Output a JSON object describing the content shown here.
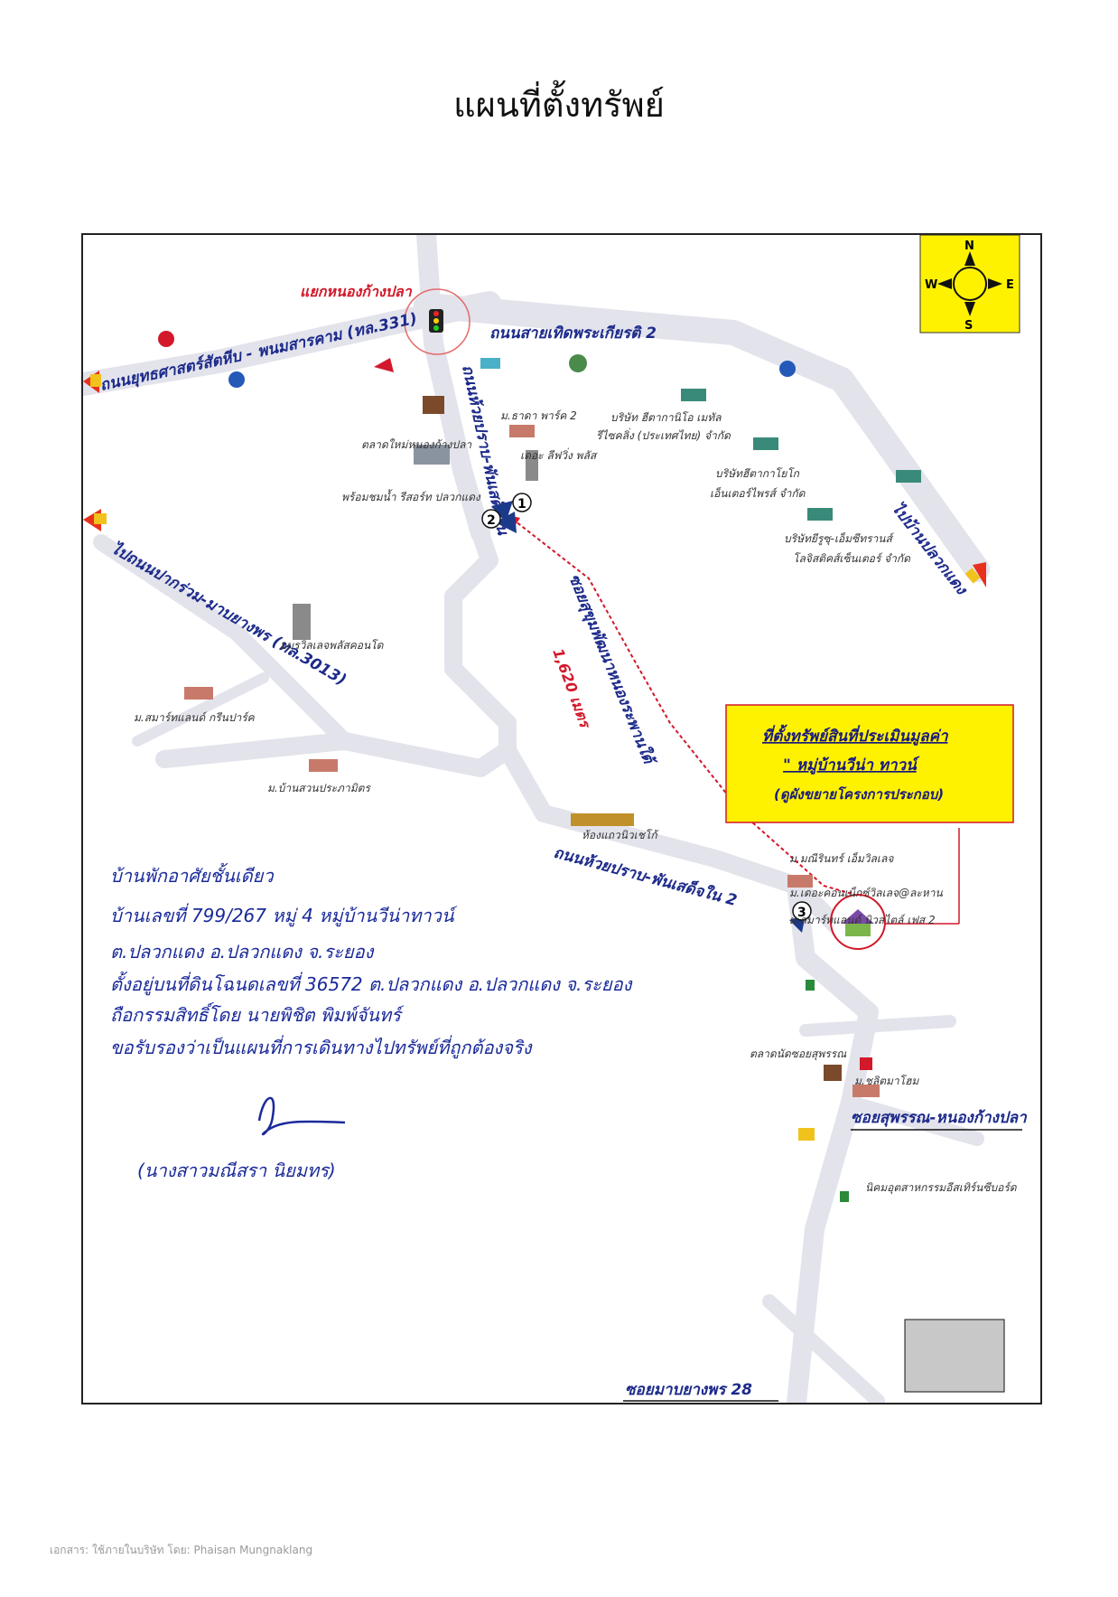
{
  "title": "แผนที่ตั้งทรัพย์",
  "compass": {
    "n": "N",
    "s": "S",
    "e": "E",
    "w": "W"
  },
  "labels": {
    "junction": "แยกหนองก้างปลา",
    "road_sukhumvit": "ถนนยุทธศาสตร์สัตหีบ - พนมสารคาม (ทล.331)",
    "road_chaloem": "ถนนสายเทิดพระเกียรติ 2",
    "road_huaiprap_north": "ถนนห้วยปราบ-พันเสด็จใน",
    "road_to_pluak": "ไปบ้านปลวกแดง",
    "road_to_pakruam": "ไปถนนปากร่วม-มาบยางพร (ทล.3013)",
    "road_huaiprap_south": "ถนนห้วยปราบ-พันเสด็จใน 2",
    "soi_distance_road": "ซอยสุขุมพัฒนาหนองระพานใต้",
    "distance": "1,620 เมตร",
    "soi_suphan": "ซอยสุพรรณ-หนองก้างปลา",
    "soi_maap": "ซอยมาบยางพร 28"
  },
  "markers": {
    "m1": "1",
    "m2": "2",
    "m3": "3"
  },
  "pois": {
    "market": "ตลาดใหม่หนองก้างปลา",
    "tara_park": "ม.ธาดา พาร์ค 2",
    "the_living": "เดอะ ลีฟวิ่ง พลัส",
    "resort": "พร้อมชมน้ำ รีสอร์ท ปลวกแดง",
    "company1_a": "บริษัท ฮีตากานิโอ เมทัล",
    "company1_b": "รีไซคลิ่ง (ประเทศไทย) จำกัด",
    "company2_a": "บริษัทฮีตากาโยโก",
    "company2_b": "เอ็นเตอร์ไพรส์ จำกัด",
    "company3_a": "บริษัทยีรูซุ-เอ็มซีทรานส์",
    "company3_b": "โลจิสติคส์เซ็นเตอร์ จำกัด",
    "amaravillage": "อมรวิลเลจพลัสคอนโด",
    "smart_green": "ม.สมาร์ทแลนด์ กรีนปาร์ค",
    "suan_prapa": "ม.บ้านสวนประภามิตร",
    "malee": "ม.มณีรินทร์ เอ็มวิลเลจ",
    "the_connect": "ม.เดอะคอนเน็กซ์วิลเลจ@ละหาน",
    "smart_newstyle": "ม.สมาร์ทแลนด์ นิวสไตล์ เฟส 2",
    "townhomes": "ห้องแถวนิวเชโก้",
    "market_suphan": "ตลาดนัดซอยสุพรรณ",
    "chalitma": "ม.ชลิตมาโฮม",
    "industrial": "นิคมอุตสาหกรรมอีสเทิร์นซีบอร์ด"
  },
  "callout": {
    "line1": "ที่ตั้งทรัพย์สินที่ประเมินมูลค่า",
    "line2": "\" หมู่บ้านวีน่า ทาวน์",
    "line3": "(ดูผังขยายโครงการประกอบ)"
  },
  "handwritten": {
    "line1": "บ้านพักอาศัยชั้นเดียว",
    "line2": "บ้านเลขที่ 799/267 หมู่ 4  หมู่บ้านวีน่าทาวน์",
    "line3": "ต.ปลวกแดง   อ.ปลวกแดง   จ.ระยอง",
    "line4": "ตั้งอยู่บนที่ดินโฉนดเลขที่ 36572 ต.ปลวกแดง อ.ปลวกแดง จ.ระยอง",
    "line5": "ถือกรรมสิทธิ์โดย นายพิชิต พิมพ์จันทร์",
    "line6": "ขอรับรองว่าเป็นแผนที่การเดินทางไปทรัพย์ที่ถูกต้องจริง",
    "name": "(นางสาวมณีสรา   นิยมทร)"
  },
  "footer": "เอกสาร: ใช้ภายในบริษัท โดย: Phaisan Mungnaklang",
  "colors": {
    "road": "#e3e3ec",
    "road_label": "#1c2a8a",
    "red": "#d2182a",
    "callout_bg": "#fff200"
  }
}
